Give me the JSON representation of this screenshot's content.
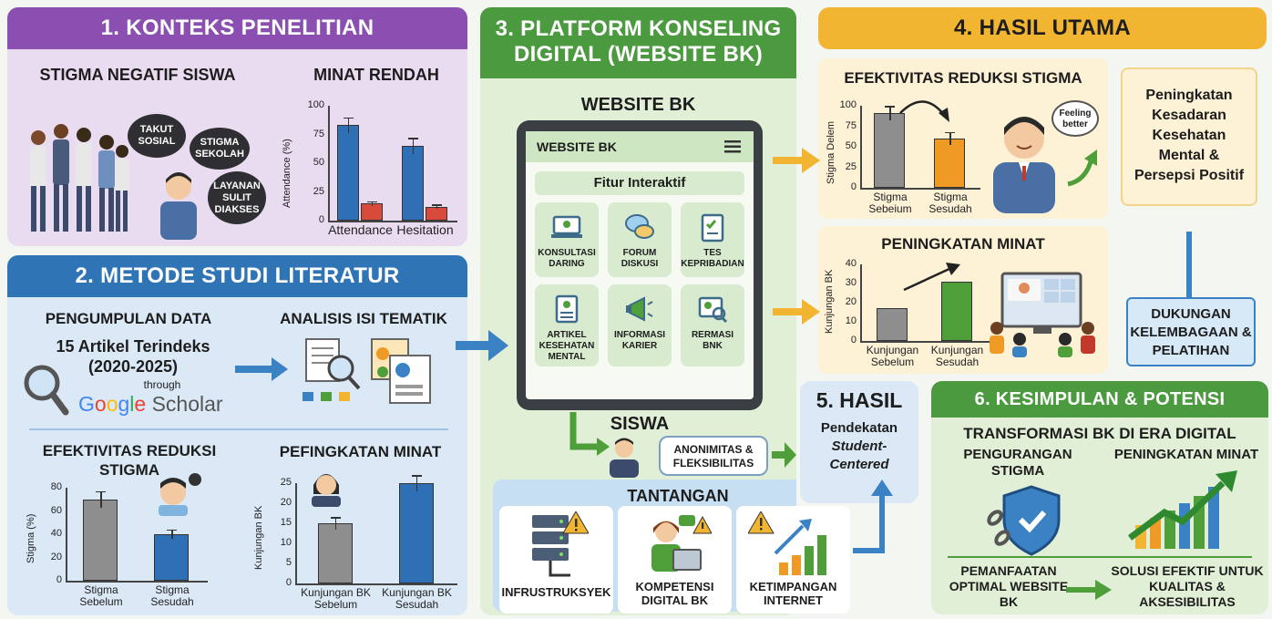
{
  "s1": {
    "title": "1. KONTEKS PENELITIAN",
    "stigma_title": "STIGMA NEGATIF SISWA",
    "minat_title": "MINAT RENDAH",
    "bubbles": [
      "TAKUT SOSIAL",
      "STIGMA SEKOLAH",
      "LAYANAN SULIT DIAKSES"
    ],
    "chart_ylabel": "Attendance (%)",
    "ticks": [
      "100",
      "75",
      "50",
      "25",
      "0"
    ],
    "cats": [
      "Attendance",
      "Hesitation"
    ]
  },
  "s2": {
    "title": "2. METODE STUDI LITERATUR",
    "pengumpulan": "PENGUMPULAN DATA",
    "articles": "15 Artikel Terindeks",
    "years": "(2020-2025)",
    "through": "through",
    "scholar": "Scholar",
    "analisis": "ANALISIS ISI TEMATIK",
    "efek_title": "EFEKTIVITAS REDUKSI STIGMA",
    "efek_ylabel": "Stigma (%)",
    "efek_ticks": [
      "80",
      "60",
      "40",
      "20",
      "0"
    ],
    "efek_cats": [
      "Stigma Sebelum",
      "Stigma Sesudah"
    ],
    "minat_title": "PEFINGKATAN MINAT",
    "minat_ylabel": "Kunjungan BK",
    "minat_ticks": [
      "25",
      "20",
      "15",
      "10",
      "5",
      "0"
    ],
    "minat_cats": [
      "Kunjungan BK Sebelum",
      "Kunjungan BK Sesudah"
    ]
  },
  "s3": {
    "title_l1": "3. PLATFORM KONSELING",
    "title_l2": "DIGITAL (WEBSITE BK)",
    "website_label": "WEBSITE BK",
    "screen_title": "WEBSITE BK",
    "fitur": "Fitur Interaktif",
    "features": [
      "KONSULTASI DARING",
      "FORUM DISKUSI",
      "TES KEPRIBADIAN",
      "ARTIKEL KESEHATAN MENTAL",
      "INFORMASI KARIER",
      "RERMASI BNK"
    ],
    "siswa": "SISWA",
    "anonim": "ANONIMITAS & FLEKSIBILITAS",
    "tantangan": "TANTANGAN",
    "challenges": [
      "INFRUSTRUKSYEK",
      "KOMPETENSI DIGITAL BK",
      "KETIMPANGAN INTERNET"
    ]
  },
  "s4": {
    "title": "4. HASIL UTAMA",
    "efek_title": "EFEKTIVITAS REDUKSI STIGMA",
    "efek_ylabel": "Stigma Delem",
    "efek_ticks": [
      "100",
      "75",
      "50",
      "25",
      "0"
    ],
    "efek_cats": [
      "Stigma Sebeium",
      "Stigma Sesudah"
    ],
    "feeling": "Feeling better",
    "minat_title": "PENINGKATAN MINAT",
    "minat_ylabel": "Kunjungan BK",
    "minat_ticks": [
      "40",
      "30",
      "20",
      "10",
      "0"
    ],
    "minat_cats": [
      "Kunjungan Sebelum",
      "Kunjungan Sesudah"
    ],
    "kesadaran": "Peningkatan Kesadaran Kesehatan Mental & Persepsi Positif",
    "dukungan": "DUKUNGAN KELEMBAGAAN & PELATIHAN"
  },
  "s5": {
    "title": "5. HASIL",
    "text_l1": "Pendekatan ",
    "text_l2": "Student-",
    "text_l3": "Centered"
  },
  "s6": {
    "title": "6. KESIMPULAN & POTENSI",
    "transform": "TRANSFORMASI BK DI ERA DIGITAL",
    "pengurangan": "PENGURANGAN STIGMA",
    "peningkatan": "PENINGKATAN MINAT",
    "pemanfaatan": "PEMANFAATAN OPTIMAL WEBSITE BK",
    "solusi": "SOLUSI EFEKTIF UNTUK KUALITAS & AKSESIBILITAS"
  },
  "colors": {
    "purple": "#8a4fb0",
    "purple_bg": "#eadcf0",
    "blue": "#2f74b5",
    "blue_bg": "#dbe9f6",
    "green": "#4b9a3f",
    "green_bg": "#e0efd6",
    "orange": "#f2b532",
    "orange_bg": "#fdf1d6",
    "bar_blue": "#2f6fb6",
    "bar_red": "#d84a3a",
    "bar_gray": "#8e8e8e",
    "bar_orange": "#ef9a25",
    "bar_green": "#4e9f3a"
  },
  "chart_data": [
    {
      "type": "bar",
      "title": "MINAT RENDAH",
      "categories": [
        "Attendance",
        "Hesitation"
      ],
      "series": [
        {
          "values": [
            83,
            65
          ]
        },
        {
          "values": [
            15,
            12
          ]
        }
      ],
      "ylabel": "Attendance (%)",
      "ylim": [
        0,
        100
      ]
    },
    {
      "type": "bar",
      "title": "EFEKTIVITAS REDUKSI STIGMA",
      "categories": [
        "Stigma Sebelum",
        "Stigma Sesudah"
      ],
      "values": [
        70,
        40
      ],
      "ylabel": "Stigma (%)",
      "ylim": [
        0,
        80
      ]
    },
    {
      "type": "bar",
      "title": "PEFINGKATAN MINAT",
      "categories": [
        "Kunjungan BK Sebelum",
        "Kunjungan BK Sesudah"
      ],
      "values": [
        15,
        25
      ],
      "ylabel": "Kunjungan BK",
      "ylim": [
        0,
        25
      ]
    },
    {
      "type": "bar",
      "title": "EFEKTIVITAS REDUKSI STIGMA",
      "categories": [
        "Stigma Sebeium",
        "Stigma Sesudah"
      ],
      "values": [
        91,
        60
      ],
      "ylabel": "Stigma Delem",
      "ylim": [
        0,
        100
      ]
    },
    {
      "type": "bar",
      "title": "PENINGKATAN MINAT",
      "categories": [
        "Kunjungan Sebelum",
        "Kunjungan Sesudah"
      ],
      "values": [
        17,
        31
      ],
      "ylabel": "Kunjungan BK",
      "ylim": [
        0,
        40
      ]
    }
  ]
}
